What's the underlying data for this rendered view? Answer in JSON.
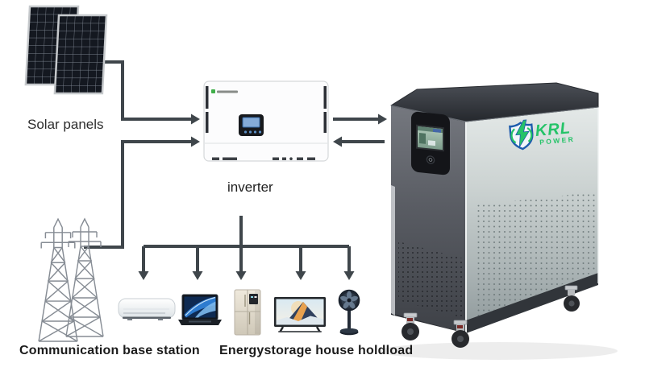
{
  "diagram_type": "solar-energy-storage-system",
  "labels": {
    "solar_panels": "Solar panels",
    "inverter": "inverter",
    "communication_base_station": "Communication base station",
    "household_load": "Energystorage house holdload"
  },
  "battery": {
    "brand": "KRL",
    "brand_sub": "POWER"
  },
  "icons": [
    "solar-panel",
    "inverter",
    "battery-cabinet",
    "transmission-tower",
    "air-conditioner",
    "laptop",
    "refrigerator",
    "television",
    "standing-fan"
  ],
  "flows": [
    {
      "from": "solar-panels",
      "to": "inverter"
    },
    {
      "from": "transmission-tower",
      "to": "inverter"
    },
    {
      "from": "inverter",
      "to": "battery-cabinet"
    },
    {
      "from": "battery-cabinet",
      "to": "inverter"
    },
    {
      "from": "inverter",
      "to": "household-loads"
    }
  ],
  "colors": {
    "connector": "#3f464b",
    "brand_green": "#25c368",
    "shield_blue": "#1e5cad",
    "label_text": "#1b1b1b",
    "background": "#ffffff"
  }
}
